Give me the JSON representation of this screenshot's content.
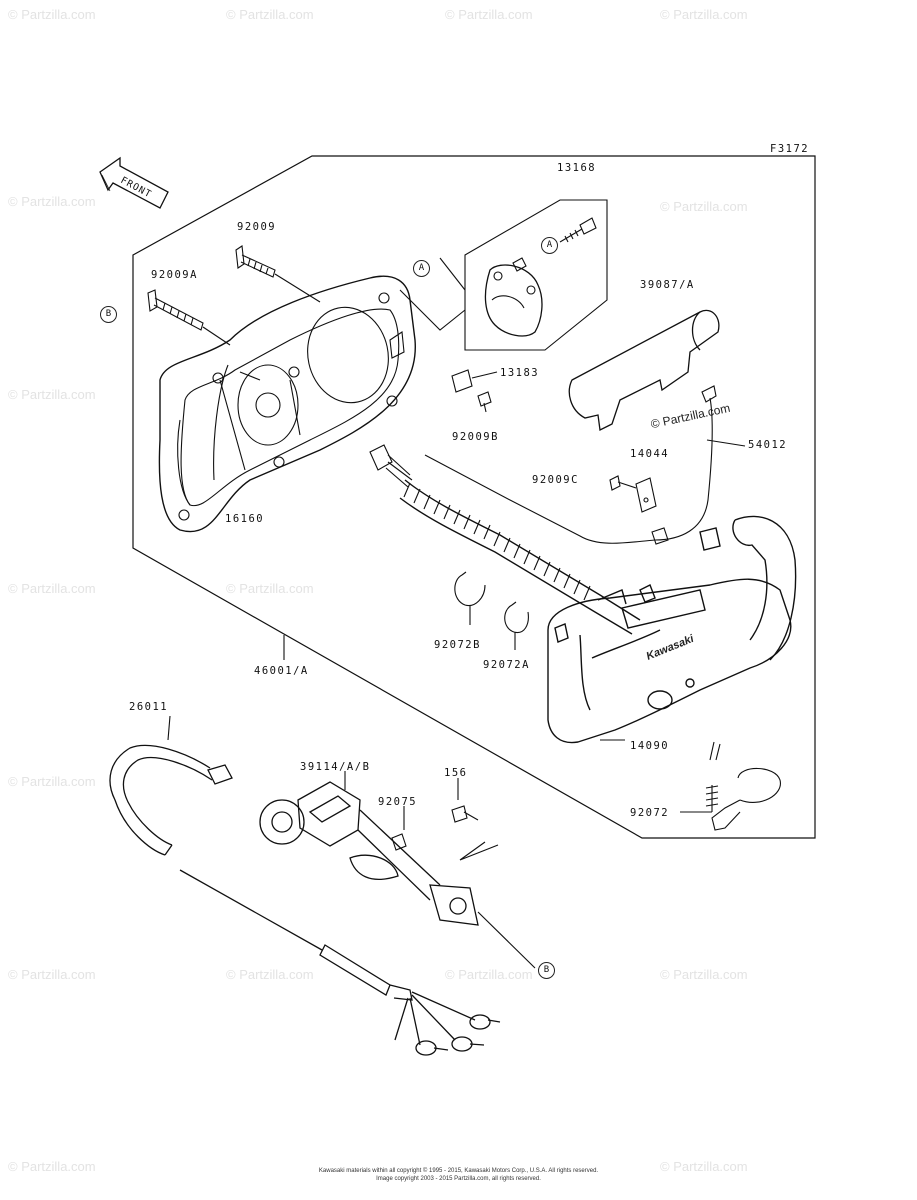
{
  "figure": {
    "code": "F3172",
    "front_label": "FRONT",
    "brand_logo": "Kawasaki"
  },
  "watermark": {
    "text": "© Partzilla.com",
    "inline_text": "© Partzilla.com"
  },
  "callouts": {
    "a": "A",
    "b": "B"
  },
  "parts": {
    "p13168": "13168",
    "p92009": "92009",
    "p92009a": "92009A",
    "p39087a": "39087/A",
    "p13183": "13183",
    "p92009b": "92009B",
    "p54012": "54012",
    "p14044": "14044",
    "p92009c": "92009C",
    "p16160": "16160",
    "p92072b": "92072B",
    "p92072a": "92072A",
    "p46001a": "46001/A",
    "p26011": "26011",
    "p39114": "39114/A/B",
    "p156": "156",
    "p92075": "92075",
    "p14090": "14090",
    "p92072": "92072"
  },
  "footer": {
    "line1": "Kawasaki materials within all copyright © 1995 - 2015, Kawasaki Motors Corp., U.S.A. All rights reserved.",
    "line2": "Image copyright 2003 - 2015 Partzilla.com, all rights reserved."
  },
  "colors": {
    "line": "#111111",
    "watermark": "#e3e3e3",
    "background": "#ffffff"
  }
}
